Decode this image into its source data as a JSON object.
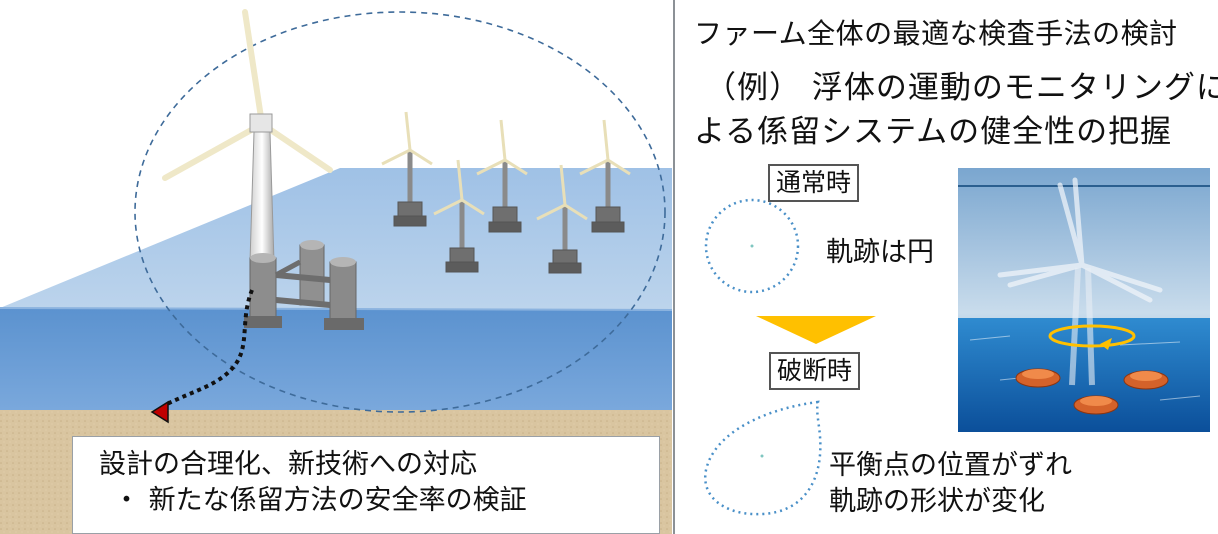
{
  "left_panel": {
    "line1": "設計の合理化、新技術への対応",
    "line2": "・ 新たな係留方法の安全率の検証"
  },
  "right_panel": {
    "title": "ファーム全体の最適な検査手法の検討",
    "example_line1": "（例） 浮体の運動のモニタリングに",
    "example_line2": "よる係留システムの健全性の把握",
    "normal_label": "通常時",
    "normal_desc": "軌跡は円",
    "break_label": "破断時",
    "break_desc_line1": "平衡点の位置がずれ",
    "break_desc_line2": "軌跡の形状が変化"
  },
  "colors": {
    "sea_top": "#b7d1ea",
    "sea_front": "#6f9fd4",
    "seabed": "#d9c5a0",
    "arrow_yellow": "#ffc000",
    "orbit_dots": "#4a90c8",
    "mooring_line": "#111111",
    "anchor": "#c00000"
  }
}
